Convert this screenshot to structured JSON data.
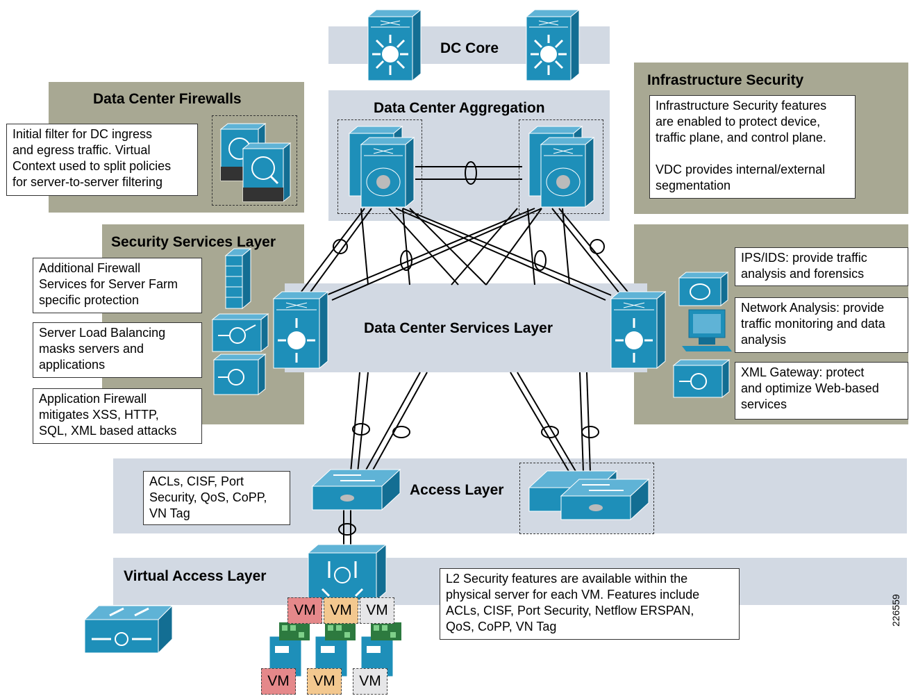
{
  "dc_core": {
    "title": "DC Core"
  },
  "aggregation": {
    "title": "Data Center Aggregation"
  },
  "firewalls": {
    "title": "Data Center Firewalls",
    "note": "Initial filter for DC ingress\nand egress traffic. Virtual\nContext used to split policies\nfor server-to-server filtering"
  },
  "infra_security": {
    "title": "Infrastructure Security",
    "note": "Infrastructure Security features\nare enabled to protect device,\ntraffic plane, and control plane.\n\nVDC provides internal/external\nsegmentation"
  },
  "security_services": {
    "title": "Security Services Layer",
    "notes": [
      "Additional Firewall\nServices for Server Farm\nspecific protection",
      "Server Load Balancing\nmasks servers and\napplications",
      "Application Firewall\nmitigates XSS, HTTP,\nSQL, XML based attacks"
    ]
  },
  "services_layer": {
    "title": "Data Center Services Layer"
  },
  "right_services": {
    "notes": [
      "IPS/IDS: provide traffic\nanalysis and forensics",
      "Network Analysis: provide\ntraffic monitoring and data\nanalysis",
      "XML Gateway: protect\nand optimize Web-based\nservices"
    ]
  },
  "access": {
    "title": "Access Layer",
    "note": "ACLs, CISF, Port\nSecurity, QoS, CoPP,\nVN Tag"
  },
  "virtual_access": {
    "title": "Virtual Access Layer",
    "note": "L2 Security features are available within the\nphysical server for each VM. Features include\nACLs, CISF, Port Security, Netflow ERSPAN,\nQoS, CoPP, VN Tag",
    "vm_label": "VM"
  },
  "figure_id": "226559",
  "colors": {
    "device": "#1e8fb9",
    "device_dark": "#136e93",
    "band_blue": "#d2d9e3",
    "band_olive": "#a8a893",
    "vm_red": "#e5888a",
    "vm_orange": "#f3c88f",
    "vm_gray": "#e6e6e8"
  }
}
